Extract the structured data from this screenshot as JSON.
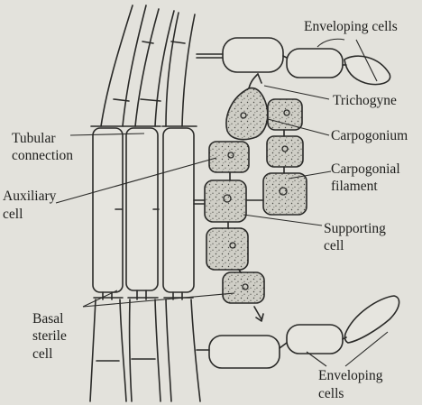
{
  "labels": {
    "enveloping_top": "Enveloping cells",
    "trichogyne": "Trichogyne",
    "carpogonium": "Carpogonium",
    "tubular_1": "Tubular",
    "tubular_2": "connection",
    "carpo_fil_1": "Carpogonial",
    "carpo_fil_2": "filament",
    "auxiliary_1": "Auxiliary",
    "auxiliary_2": "cell",
    "supporting_1": "Supporting",
    "supporting_2": "cell",
    "basal_1": "Basal",
    "basal_2": "sterile",
    "basal_3": "cell",
    "enveloping_bottom_1": "Enveloping",
    "enveloping_bottom_2": "cells"
  }
}
